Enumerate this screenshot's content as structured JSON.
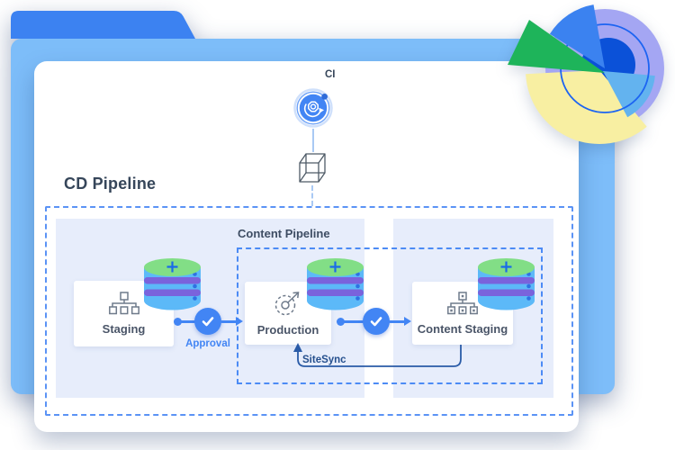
{
  "ci": {
    "label": "CI"
  },
  "cd_pipeline": {
    "title": "CD Pipeline"
  },
  "content_pipeline": {
    "title": "Content Pipeline"
  },
  "nodes": {
    "staging": {
      "label": "Staging"
    },
    "production": {
      "label": "Production"
    },
    "content_staging": {
      "label": "Content Staging"
    }
  },
  "connectors": {
    "approval": {
      "label": "Approval"
    },
    "sitesync": {
      "label": "SiteSync"
    }
  },
  "colors": {
    "folder_tab": "#3C82F1",
    "folder_body": "#7DBDF9",
    "card": "#FFFFFF",
    "panel": "#E7EDFB",
    "dashed_border": "#5B93F5",
    "accent_blue": "#4285F4",
    "db_body": "#5CB9F8",
    "db_stripe": "#7A63DC",
    "db_top": "#82DE86",
    "text_dark": "#36465A",
    "sitesync_blue": "#2A5BA7",
    "pie_lavender": "#A4A6F3",
    "pie_dark_blue": "#0B51D8",
    "pie_yellow": "#F8EFA2",
    "pie_green": "#1EB45A",
    "pie_light_blue": "#63B3EF"
  }
}
